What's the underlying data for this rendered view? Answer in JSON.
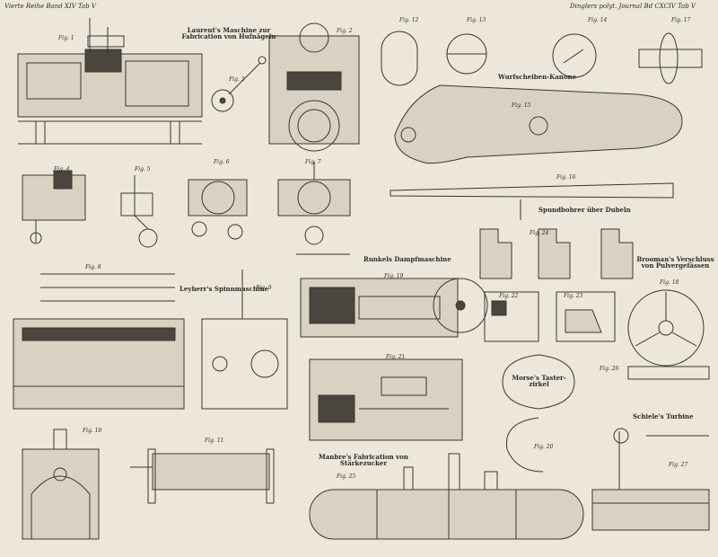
{
  "header": {
    "left": "Vierte Reihe Band XIV Tab V",
    "right": "Dinglers polyt. Journal Bd CXCIV Tab V"
  },
  "titles": {
    "laurent": "Laurent's Maschine zur Fabrication von Hufnägeln",
    "wurfscheiben": "Wurfscheiben-Kanone",
    "spundbohrer": "Spundbohrer über Dubeln",
    "brooman": "Brooman's Verschluss von Pulvergefässen",
    "runkel": "Runkels Dampfmaschine",
    "leyherr": "Leyherr's Spinnmaschine",
    "morse": "Morse's Taster-zirkel",
    "schiele": "Schiele's Turbine",
    "manbre": "Manbre's Fabrication von Stärkezucker"
  },
  "figures": {
    "f1": "Fig. 1",
    "f2": "Fig. 2",
    "f3": "Fig. 3",
    "f4": "Fig. 4",
    "f5": "Fig. 5",
    "f6": "Fig. 6",
    "f7": "Fig. 7",
    "f8": "Fig. 8",
    "f9": "Fig. 9",
    "f10": "Fig. 10",
    "f11": "Fig. 11",
    "f12": "Fig. 12",
    "f13": "Fig. 13",
    "f14": "Fig. 14",
    "f15": "Fig. 15",
    "f16": "Fig. 16",
    "f17": "Fig. 17",
    "f18": "Fig. 18",
    "f19": "Fig. 19",
    "f20": "Fig. 20",
    "f21": "Fig. 21",
    "f22": "Fig. 22",
    "f23": "Fig. 23",
    "f24": "Fig. 24",
    "f25": "Fig. 25",
    "f26": "Fig. 26",
    "f27": "Fig. 27"
  }
}
